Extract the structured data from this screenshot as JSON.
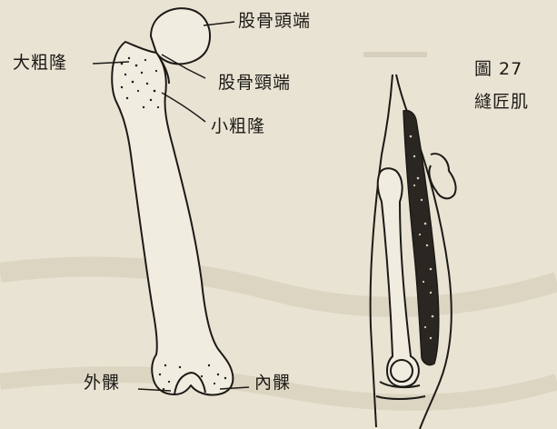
{
  "figure": {
    "number": "圖 27",
    "caption": "縫匠肌"
  },
  "labels": {
    "femoral_head": "股骨頭端",
    "femoral_neck": "股骨頸端",
    "greater_trochanter": "大粗隆",
    "lesser_trochanter": "小粗隆",
    "lateral_condyle": "外髁",
    "medial_condyle": "內髁"
  }
}
